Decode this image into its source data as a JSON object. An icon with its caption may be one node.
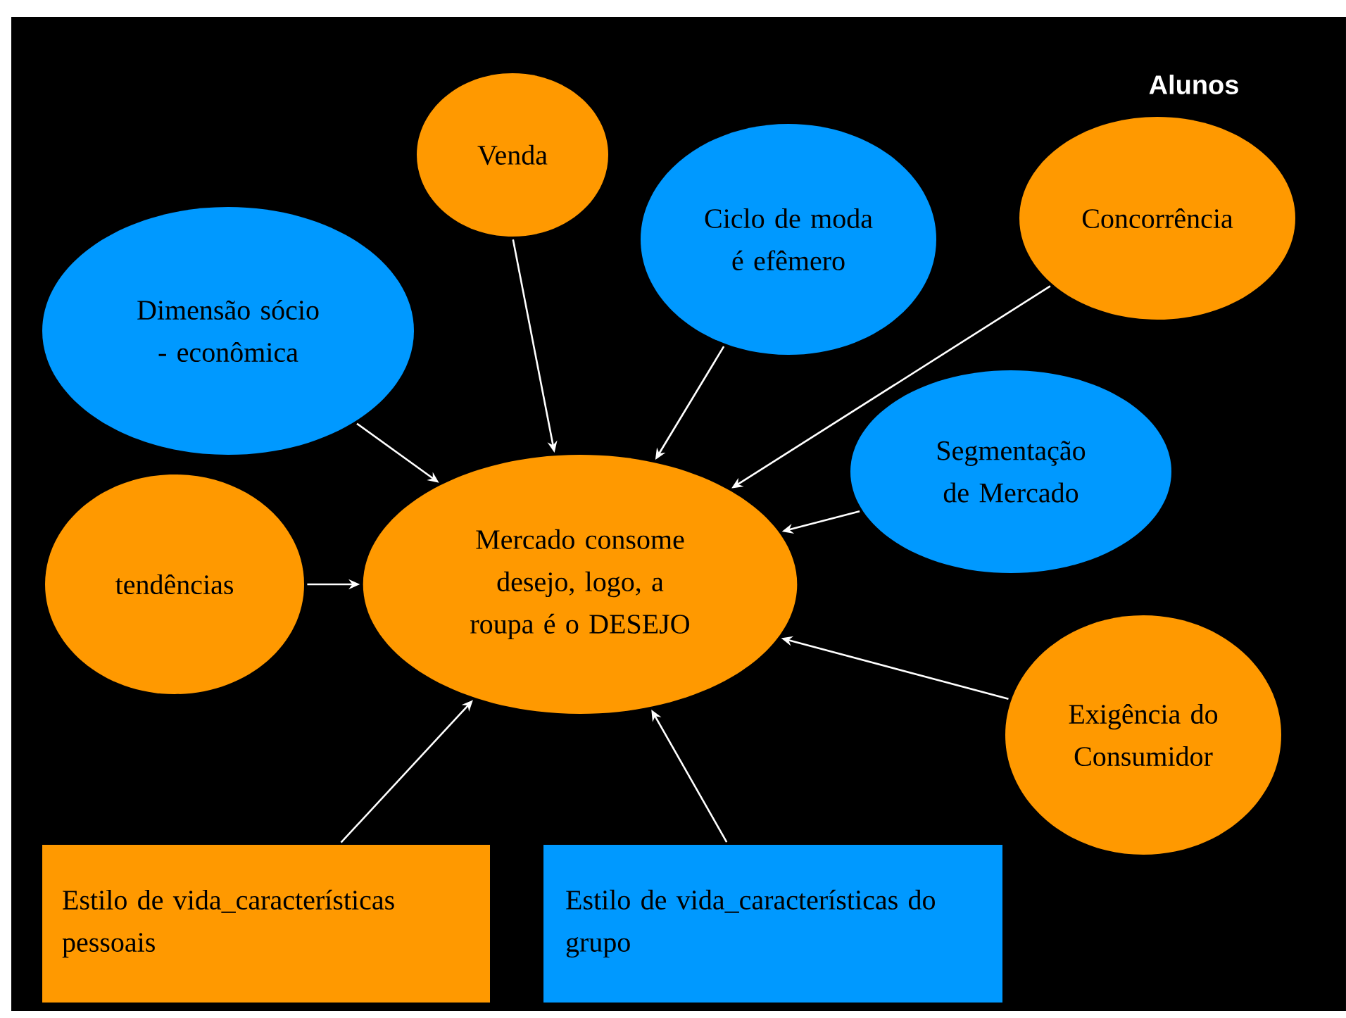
{
  "diagram": {
    "title": "Alunos",
    "nodes": [
      {
        "text": [
          "Venda"
        ]
      },
      {
        "text": [
          "Ciclo de moda é efêmero"
        ]
      },
      {
        "text": [
          "Concorrência"
        ]
      },
      {
        "text": [
          "Dimensão sócio - econômica"
        ]
      },
      {
        "text": [
          "Segmentação de Mercado"
        ]
      },
      {
        "text": [
          "tendências"
        ]
      },
      {
        "text": [
          "Mercado consome desejo, logo, a roupa é o DESEJO"
        ]
      },
      {
        "text": [
          "Exigência do Consumidor"
        ]
      },
      {
        "text": [
          "Estilo de vida_características pessoais"
        ]
      },
      {
        "text": [
          "Estilo de vida_características do grupo"
        ]
      }
    ],
    "edges": [
      {
        "from": 0,
        "to": 6,
        "arrow": "to"
      },
      {
        "from": 1,
        "to": 6,
        "arrow": "to"
      },
      {
        "from": 2,
        "to": 6,
        "arrow": "to"
      },
      {
        "from": 3,
        "to": 6,
        "arrow": "to"
      },
      {
        "from": 4,
        "to": 6,
        "arrow": "to"
      },
      {
        "from": 5,
        "to": 6,
        "arrow": "to"
      },
      {
        "from": 7,
        "to": 6,
        "arrow": "to"
      },
      {
        "from": 8,
        "to": 6,
        "arrow": "to"
      },
      {
        "from": 9,
        "to": 6,
        "arrow": "to"
      }
    ]
  }
}
